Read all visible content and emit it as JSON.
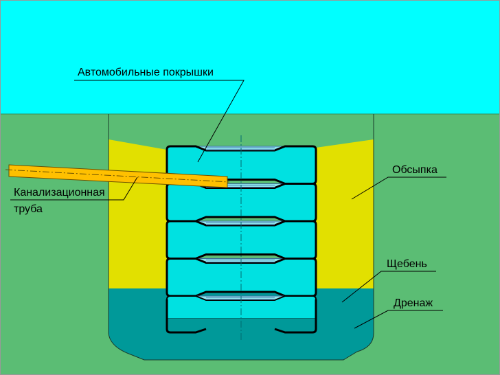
{
  "labels": {
    "tires": "Автомобильные покрышки",
    "pipe_line1": "Канализационная",
    "pipe_line2": "труба",
    "backfill": "Обсыпка",
    "gravel": "Щебень",
    "drainage": "Дренаж"
  },
  "colors": {
    "sky": "#00ffff",
    "ground": "#5bbd74",
    "backfill": "#e2e000",
    "drainage": "#009999",
    "tire": "#00e1e1",
    "pipe": "#ffc000"
  },
  "tire_count": 5
}
